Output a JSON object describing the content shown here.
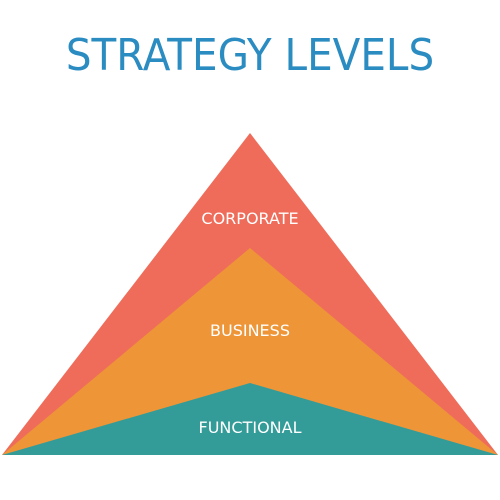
{
  "title": "STRATEGY LEVELS",
  "colors": {
    "title": "#2b8cc2",
    "corporate": "#ef6c5a",
    "business": "#ee9538",
    "functional": "#339c99",
    "label": "#ffffff"
  },
  "levels": [
    {
      "key": "corporate",
      "label": "CORPORATE"
    },
    {
      "key": "business",
      "label": "BUSINESS"
    },
    {
      "key": "functional",
      "label": "FUNCTIONAL"
    }
  ]
}
